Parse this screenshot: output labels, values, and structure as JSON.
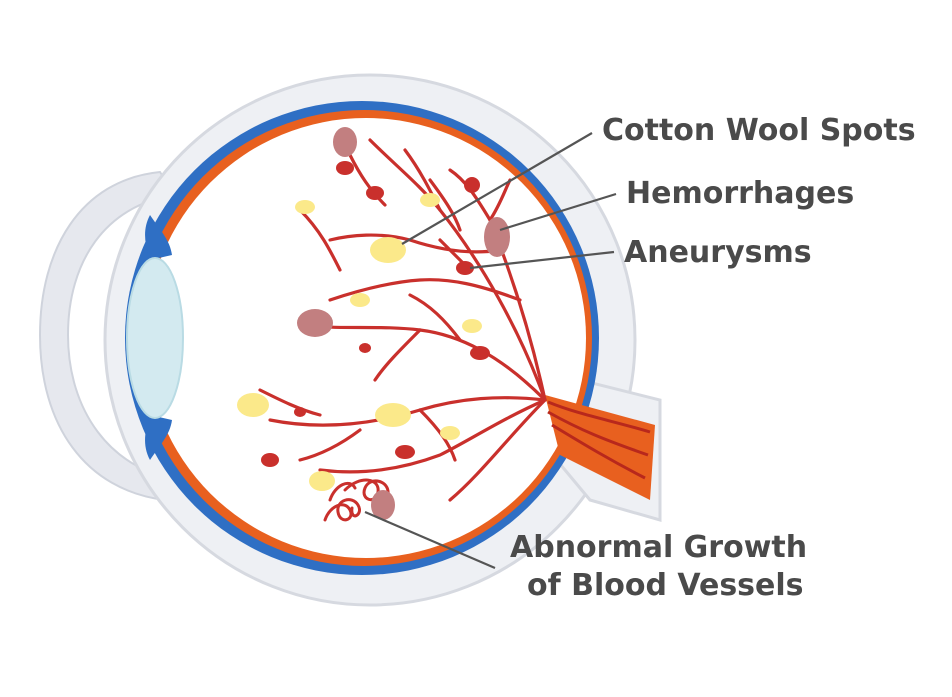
{
  "labels": {
    "cotton_wool_spots": "Cotton Wool Spots",
    "hemorrhages": "Hemorrhages",
    "aneurysms": "Aneurysms",
    "abnormal_growth_line1": "Abnormal Growth",
    "abnormal_growth_line2": "of Blood Vessels"
  },
  "colors": {
    "sclera_outer": "#e6e8ee",
    "choroid_blue": "#2f6fc4",
    "retina_orange": "#e8601f",
    "vessel_red": "#c9302c",
    "cotton_wool_yellow": "#fbe98a",
    "hemorrhage_mauve": "#c27f80",
    "lens": "#d3eaf0",
    "optic_nerve": "#e8601f",
    "label_text": "#4a4a4a"
  }
}
